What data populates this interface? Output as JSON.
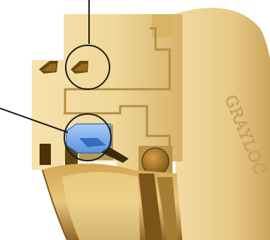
{
  "image": {
    "subject": "seal-ring-cross-section",
    "embossed_text": "GRAYLOC"
  },
  "colors": {
    "background": "#ffffff",
    "metal_light": "#f0d79a",
    "metal_mid": "#d9b464",
    "metal_dark": "#9a7227",
    "metal_shadow": "#5e4412",
    "seal_blue": "#7fb3ee",
    "seal_blue_dark": "#2f66b8",
    "callout_line": "#1a1a1a",
    "oring": "#a7741f"
  },
  "callouts": [
    {
      "id": "teeth-callout",
      "target": "anti-extrusion-teeth"
    },
    {
      "id": "seal-callout",
      "target": "blue-seal-element"
    }
  ]
}
